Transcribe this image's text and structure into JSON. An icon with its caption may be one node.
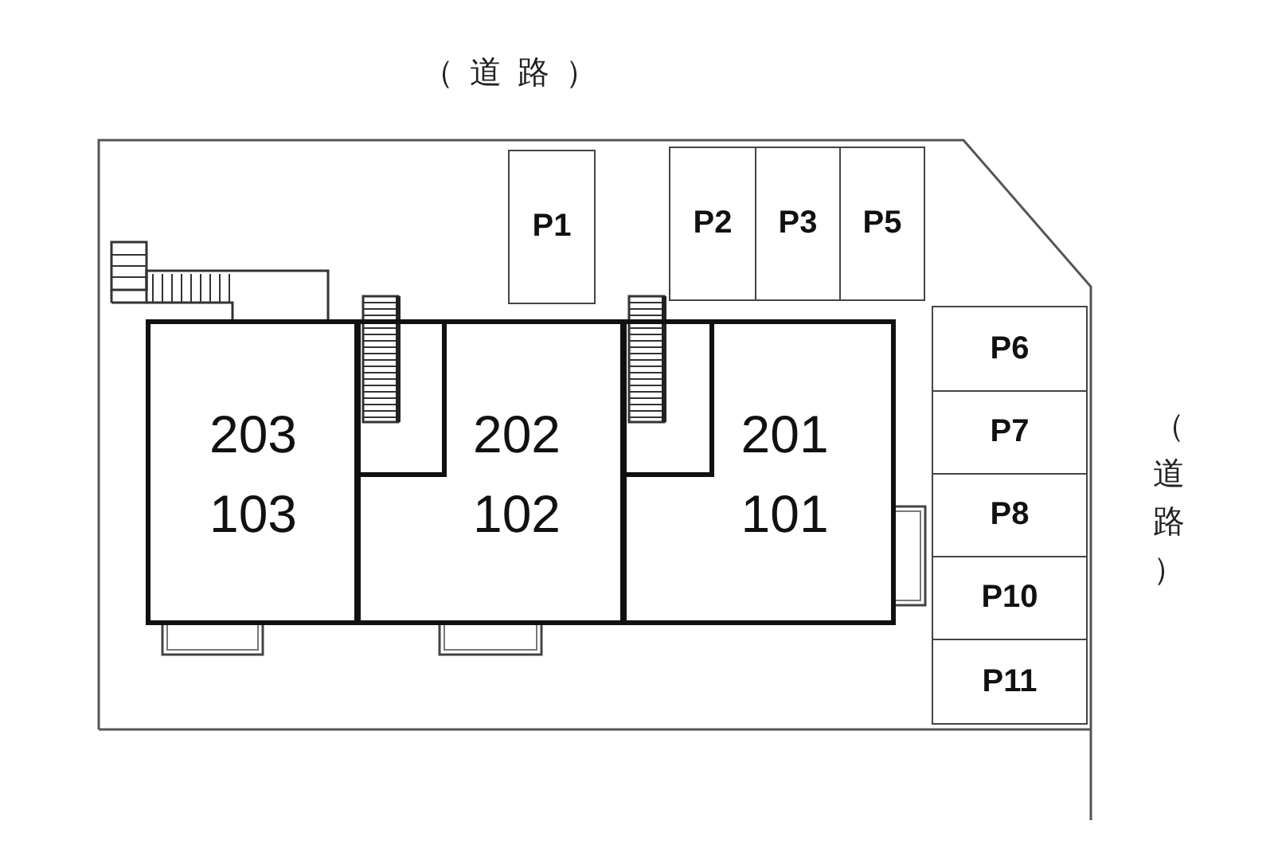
{
  "diagram": {
    "nodes": [
      {
        "text": [
          "P1"
        ]
      },
      {
        "text": [
          "P2"
        ]
      },
      {
        "text": [
          "P3"
        ]
      },
      {
        "text": [
          "P5"
        ]
      },
      {
        "text": [
          "203",
          "103"
        ]
      },
      {
        "text": [
          "202",
          "102"
        ]
      },
      {
        "text": [
          "201",
          "101"
        ]
      },
      {
        "text": [
          "P6"
        ]
      },
      {
        "text": [
          "P7"
        ]
      },
      {
        "text": [
          "P8"
        ]
      },
      {
        "text": [
          "P10"
        ]
      },
      {
        "text": [
          "P11"
        ]
      }
    ],
    "labels": [
      "（道路）",
      "（道路）"
    ]
  }
}
